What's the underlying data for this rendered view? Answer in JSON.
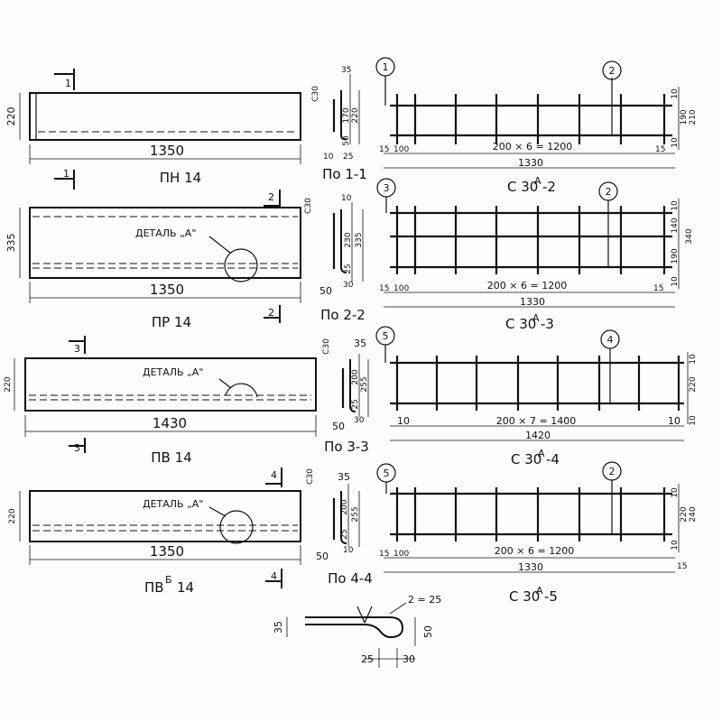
{
  "panels": [
    {
      "name": "ПН 14",
      "height": "220",
      "length": "1350",
      "section": "1",
      "detail": ""
    },
    {
      "name": "ПР 14",
      "height": "335",
      "length": "1350",
      "section": "2",
      "detail": "ДЕТАЛЬ „А\""
    },
    {
      "name": "ПВ 14",
      "height": "220",
      "length": "1430",
      "section": "3",
      "detail": "ДЕТАЛЬ „А\""
    },
    {
      "name": "ПВ",
      "sup": "Б",
      "name_suffix": "14",
      "height": "220",
      "length": "1350",
      "section": "4",
      "detail": "ДЕТАЛЬ „А\""
    }
  ],
  "sections": [
    {
      "name": "По 1-1",
      "mesh": "С30",
      "mesh_sup": "А",
      "mesh_suffix": "-2",
      "top": "35",
      "a": "170",
      "b": "220",
      "c": "50",
      "d": "10",
      "e": "25"
    },
    {
      "name": "По 2-2",
      "mesh": "С30",
      "mesh_sup": "А",
      "mesh_suffix": "-3",
      "top": "10",
      "a": "230",
      "b": "335",
      "c": "25",
      "d": "50",
      "e": "30"
    },
    {
      "name": "По 3-3",
      "mesh": "С30",
      "mesh_sup": "А",
      "mesh_suffix": "-4",
      "top": "35",
      "a": "200",
      "b": "255",
      "c": "25",
      "d": "50",
      "e": "30"
    },
    {
      "name": "По 4-4",
      "mesh": "С30",
      "mesh_sup": "А",
      "mesh_suffix": "-5",
      "top": "35",
      "a": "200",
      "b": "255",
      "c": "25",
      "d": "50",
      "e": "10"
    }
  ],
  "meshes": [
    {
      "name": "С 30",
      "sup": "А",
      "suffix": "-2",
      "left_mark": "1",
      "right_mark": "2",
      "spacing": "200 × 6 = 1200",
      "total": "1330",
      "left_off": "15",
      "left_in": "100",
      "right_off": "15",
      "heights": [
        "10",
        "190",
        "210",
        "10"
      ]
    },
    {
      "name": "С 30",
      "sup": "А",
      "suffix": "-3",
      "left_mark": "3",
      "right_mark": "2",
      "spacing": "200 × 6 = 1200",
      "total": "1330",
      "left_off": "15",
      "left_in": "100",
      "right_off": "15",
      "heights": [
        "10",
        "140",
        "190",
        "340",
        "10"
      ]
    },
    {
      "name": "С 30",
      "sup": "А",
      "suffix": "-4",
      "left_mark": "5",
      "right_mark": "4",
      "spacing": "200 × 7 = 1400",
      "total": "1420",
      "left_off": "10",
      "left_in": "",
      "right_off": "10",
      "heights": [
        "10",
        "220",
        "10"
      ]
    },
    {
      "name": "С 30",
      "sup": "А",
      "suffix": "-5",
      "left_mark": "5",
      "right_mark": "2",
      "spacing": "200 × 6 = 1200",
      "total": "1330",
      "left_off": "15",
      "left_in": "100",
      "right_off": "15",
      "heights": [
        "10",
        "220",
        "240",
        "10"
      ]
    }
  ],
  "detail": {
    "radius": "2 = 25",
    "d1": "35",
    "d2": "50",
    "d3": "25",
    "d4": "30"
  }
}
